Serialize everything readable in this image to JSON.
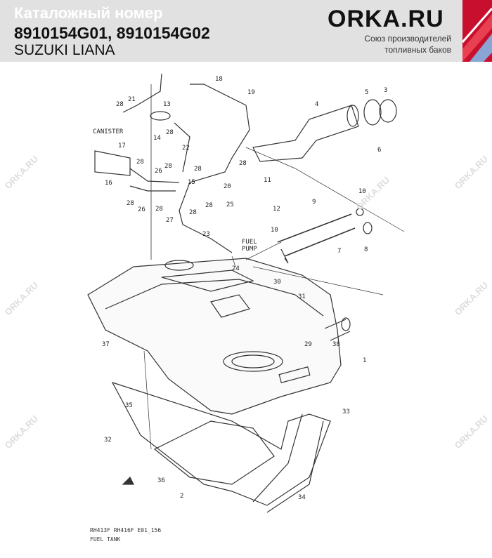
{
  "header": {
    "catalog_label": "Каталожный номер",
    "part_numbers": "8910154G01, 8910154G02",
    "model": "SUZUKI LIANA",
    "logo": "ORKA.RU",
    "tagline_line1": "Союз производителей",
    "tagline_line2": "топливных баков"
  },
  "diagram": {
    "callouts": [
      "21",
      "18",
      "19",
      "13",
      "28",
      "14",
      "28",
      "22",
      "4",
      "5",
      "3",
      "6",
      "CANISTER",
      "17",
      "28",
      "28",
      "28",
      "26",
      "28",
      "16",
      "15",
      "11",
      "20",
      "10",
      "28",
      "26",
      "28",
      "28",
      "25",
      "12",
      "9",
      "27",
      "28",
      "23",
      "10",
      "8",
      "7",
      "FUEL",
      "PUMP",
      "24",
      "30",
      "31",
      "38",
      "29",
      "1",
      "37",
      "35",
      "33",
      "32",
      "36",
      "34",
      "2"
    ],
    "caption_line1": "RH413F RH416F E01_156",
    "caption_line2": "FUEL TANK",
    "watermark": "ORKA.RU"
  },
  "colors": {
    "header_bg": "#e1e1e1",
    "brand_red": "#c8102e"
  }
}
